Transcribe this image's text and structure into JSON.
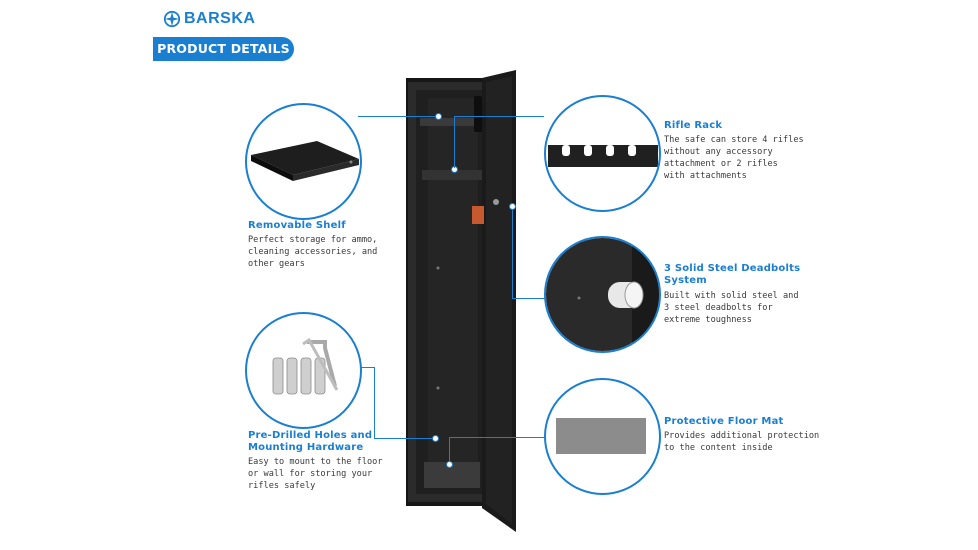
{
  "brand": {
    "name": "BARSKA"
  },
  "header": {
    "section_label": "PRODUCT DETAILS"
  },
  "features": [
    {
      "title": "Removable Shelf",
      "desc": "Perfect storage for ammo,\ncleaning accessories, and\nother gears"
    },
    {
      "title": "Pre-Drilled Holes and\nMounting Hardware",
      "desc": "Easy to mount to the floor\nor wall for storing your\nrifles safely"
    },
    {
      "title": "Rifle Rack",
      "desc": "The safe can store 4 rifles\nwithout any accessory\nattachment or 2 rifles\nwith attachments"
    },
    {
      "title": "3 Solid Steel Deadbolts\nSystem",
      "desc": "Built with solid steel and\n3 steel deadbolts for\nextreme toughness"
    },
    {
      "title": "Protective Floor Mat",
      "desc": "Provides additional protection\nto the content inside"
    }
  ],
  "colors": {
    "accent": "#1a7fd1",
    "safe": "#1c1c1c"
  },
  "icons": [
    "barska-logo-icon",
    "shelf-image",
    "hardware-image",
    "rifle-rack-image",
    "deadbolt-image",
    "floor-mat-image",
    "gun-safe-image"
  ]
}
